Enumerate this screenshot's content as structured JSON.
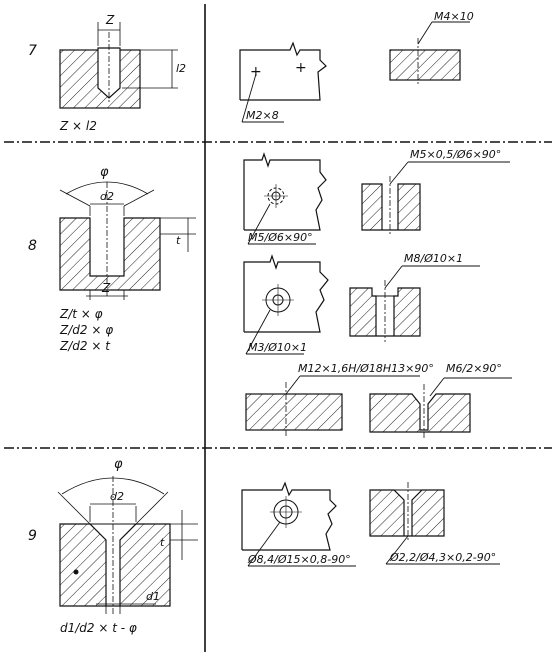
{
  "rows": [
    {
      "number": "7",
      "left_labels": {
        "width": "Z",
        "depth": "l2",
        "formula": "Z × l2"
      },
      "examples": [
        {
          "callout": "M2×8"
        },
        {
          "callout": "M4×10"
        }
      ]
    },
    {
      "number": "8",
      "left_labels": {
        "angle": "φ",
        "diameter": "d2",
        "depth": "t",
        "width": "Z"
      },
      "formulas": [
        "Z/t × φ",
        "Z/d2 × φ",
        "Z/d2 × t"
      ],
      "examples": [
        {
          "callout": "M5/Ø6×90°"
        },
        {
          "callout": "M5×0,5/Ø6×90°"
        },
        {
          "callout": "M3/Ø10×1"
        },
        {
          "callout": "M8/Ø10×1"
        },
        {
          "callout": "M12×1,6H/Ø18H13×90°"
        },
        {
          "callout": "M6/2×90°"
        }
      ]
    },
    {
      "number": "9",
      "left_labels": {
        "angle": "φ",
        "diameter": "d2",
        "depth": "t",
        "small_diameter": "d1"
      },
      "formula": "d1/d2 × t - φ",
      "examples": [
        {
          "callout": "Ø8,4/Ø15×0,8-90°"
        },
        {
          "callout": "Ø2,2/Ø4,3×0,2-90°"
        }
      ]
    }
  ],
  "colors": {
    "ink": "#111111",
    "paper": "#ffffff"
  }
}
